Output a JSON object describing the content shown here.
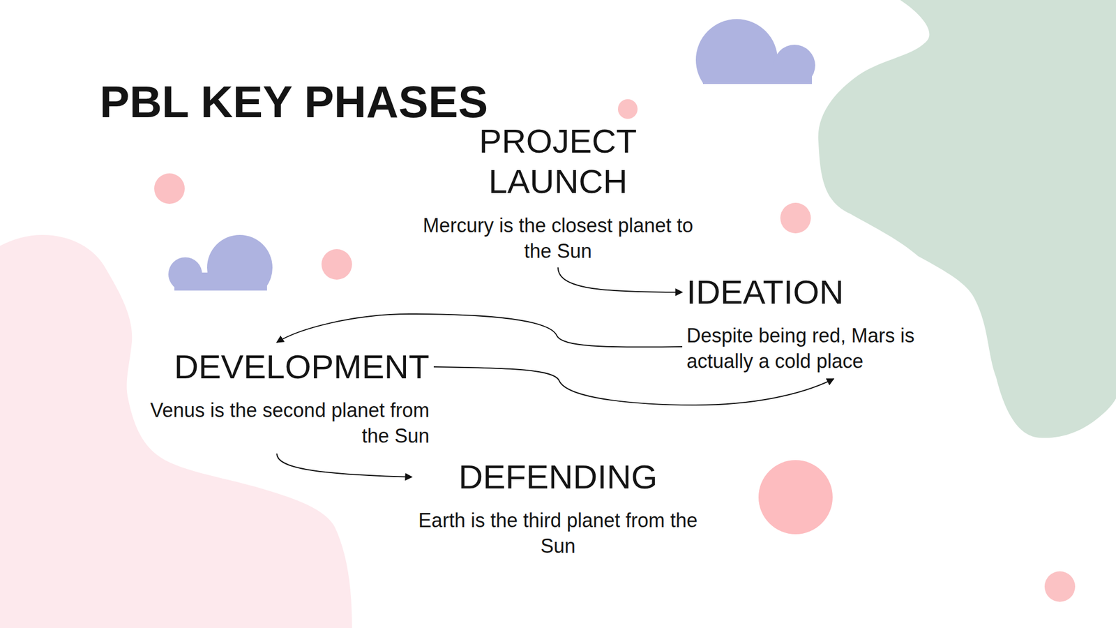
{
  "diagram": {
    "title": "PBL KEY PHASES",
    "nodes": [
      {
        "text": [
          "PROJECT LAUNCH",
          "Mercury is the closest planet to the Sun"
        ]
      },
      {
        "text": [
          "IDEATION",
          "Despite being red, Mars is actually a cold place"
        ]
      },
      {
        "text": [
          "DEVELOPMENT",
          "Venus is the second planet from the Sun"
        ]
      },
      {
        "text": [
          "DEFENDING",
          "Earth is the third planet from the Sun"
        ]
      }
    ],
    "edges": [
      {
        "from": 0,
        "to": 1,
        "arrow": "to"
      },
      {
        "from": 1,
        "to": 2,
        "arrow": "to"
      },
      {
        "from": 2,
        "to": 1,
        "arrow": "to"
      },
      {
        "from": 2,
        "to": 3,
        "arrow": "to"
      }
    ]
  }
}
